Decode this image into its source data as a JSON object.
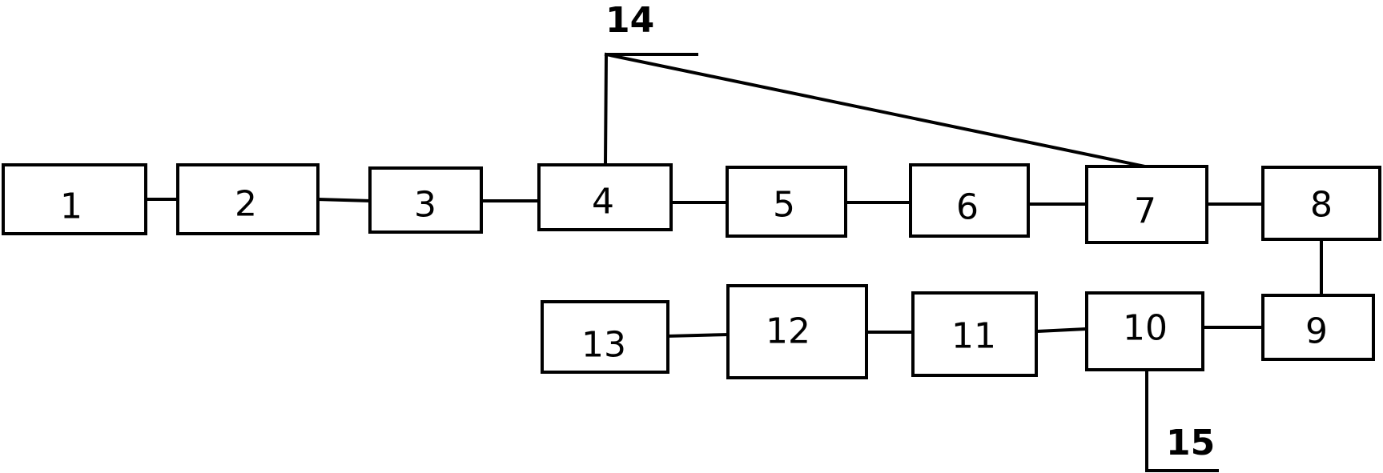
{
  "blocks": [
    {
      "id": "b1",
      "label": "1"
    },
    {
      "id": "b2",
      "label": "2"
    },
    {
      "id": "b3",
      "label": "3"
    },
    {
      "id": "b4",
      "label": "4"
    },
    {
      "id": "b5",
      "label": "5"
    },
    {
      "id": "b6",
      "label": "6"
    },
    {
      "id": "b7",
      "label": "7"
    },
    {
      "id": "b8",
      "label": "8"
    },
    {
      "id": "b9",
      "label": "9"
    },
    {
      "id": "b10",
      "label": "10"
    },
    {
      "id": "b11",
      "label": "11"
    },
    {
      "id": "b12",
      "label": "12"
    },
    {
      "id": "b13",
      "label": "13"
    }
  ],
  "references": [
    {
      "id": "r14",
      "label": "14"
    },
    {
      "id": "r15",
      "label": "15"
    }
  ],
  "connections": [
    [
      "b1",
      "b2"
    ],
    [
      "b2",
      "b3"
    ],
    [
      "b3",
      "b4"
    ],
    [
      "b4",
      "b5"
    ],
    [
      "b5",
      "b6"
    ],
    [
      "b6",
      "b7"
    ],
    [
      "b7",
      "b8"
    ],
    [
      "b8",
      "b9"
    ],
    [
      "b9",
      "b10"
    ],
    [
      "b10",
      "b11"
    ],
    [
      "b11",
      "b12"
    ],
    [
      "b12",
      "b13"
    ],
    [
      "b4",
      "b7"
    ]
  ],
  "colors": {
    "stroke": "#000000",
    "background": "#ffffff"
  }
}
